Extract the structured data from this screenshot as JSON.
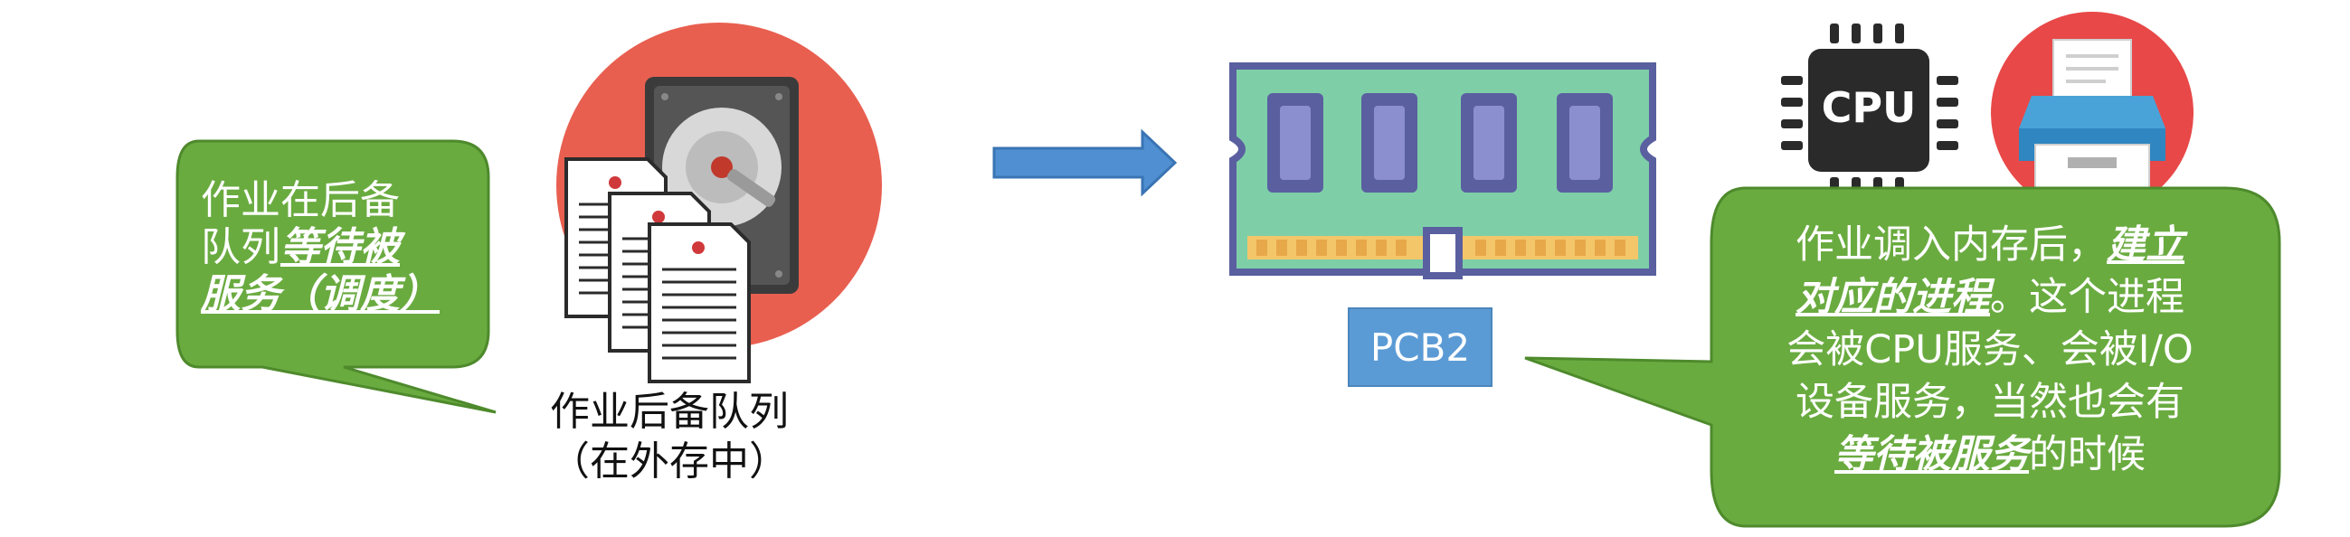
{
  "colors": {
    "callout_green": "#6aab40",
    "callout_border": "#4e8a2c",
    "arrow_blue": "#4f8fd2",
    "pcb_box": "#5b9bd5",
    "disk_circle": "#e85f50",
    "printer_circle": "#e84848"
  },
  "left_callout": {
    "line1": "作业在后备",
    "line2_prefix": "队列",
    "line2_emph": "等待被",
    "line3_emph": "服务（调度）"
  },
  "queue_caption": {
    "line1": "作业后备队列",
    "line2": "（在外存中）"
  },
  "pcb_label": "PCB2",
  "cpu_chip_label": "CPU",
  "right_callout": {
    "line1_prefix": "作业调入内存后，",
    "line1_emph": "建立",
    "line2_emph": "对应的进程",
    "line2_suffix": "。这个进程",
    "line3": "会被CPU服务、会被I/O",
    "line4": "设备服务，当然也会有",
    "line5_emph": "等待被服务",
    "line5_suffix": "的时候"
  },
  "icons": [
    "hard-disk-icon",
    "document-stack-icon",
    "arrow-right-icon",
    "memory-module-icon",
    "cpu-chip-icon",
    "printer-icon"
  ]
}
